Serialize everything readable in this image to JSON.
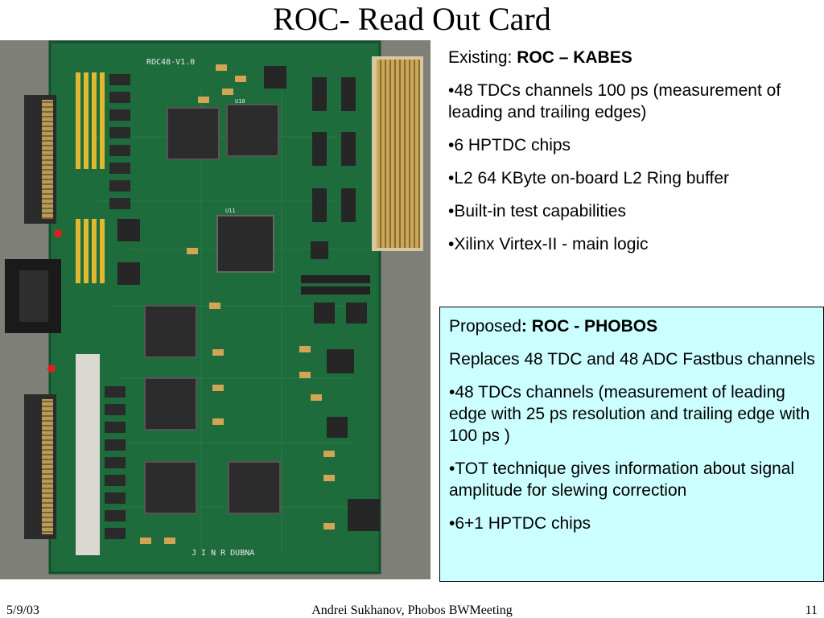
{
  "slide": {
    "title": "ROC- Read Out Card"
  },
  "board_image": {
    "silkscreen_top": "ROC48-V1.0",
    "silkscreen_bottom": "J I N R   DUBNA",
    "chip_label_a": "U11",
    "chip_label_b": "U10"
  },
  "existing": {
    "prefix": "Existing: ",
    "name": "ROC – KABES",
    "bullets": [
      "•48 TDCs channels 100 ps (measurement of leading and trailing edges)",
      "•6 HPTDC chips",
      "•L2 64 KByte on-board L2 Ring buffer",
      "•Built-in test capabilities",
      "•Xilinx Virtex-II - main logic"
    ]
  },
  "proposed": {
    "prefix": "Proposed",
    "name": ": ROC - PHOBOS",
    "intro": "Replaces 48 TDC and 48 ADC Fastbus channels",
    "bullets": [
      "•48 TDCs channels (measurement of leading edge with 25 ps resolution and trailing edge with 100 ps )",
      "•TOT technique gives information about signal amplitude for slewing correction",
      "•6+1 HPTDC chips"
    ]
  },
  "footer": {
    "date": "5/9/03",
    "author": "Andrei Sukhanov, Phobos BWMeeting",
    "page": "11"
  },
  "colors": {
    "pcb_green": "#1e6b3c",
    "box_background": "#ccffff"
  }
}
